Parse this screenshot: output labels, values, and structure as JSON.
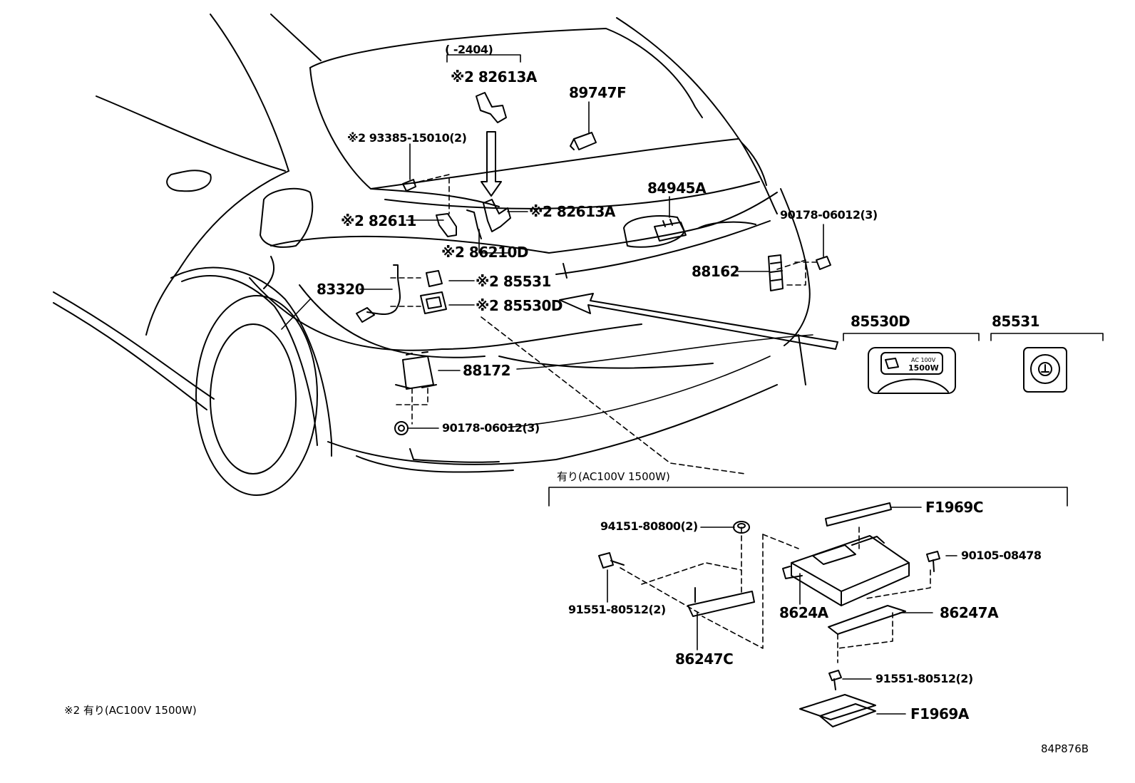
{
  "labels": {
    "range_2404": "(      -2404)",
    "p82613A_top": "※2 82613A",
    "p89747F": "89747F",
    "p93385": "※2 93385-15010(2)",
    "p84945A": "84945A",
    "p82613A_mid": "※2 82613A",
    "p82611": "※2 82611",
    "p86210D": "※2 86210D",
    "p90178_top": "90178-06012(3)",
    "p88162": "88162",
    "p85531": "※2 85531",
    "p83320": "83320",
    "p85530D": "※2 85530D",
    "detail_85530D": "85530D",
    "detail_85531": "85531",
    "p88172": "88172",
    "p90178_bottom": "90178-06012(3)",
    "group_title": "有り(AC100V 1500W)",
    "pF1969C": "F1969C",
    "p94151": "94151-80800(2)",
    "p90105": "90105-08478",
    "p91551_left": "91551-80512(2)",
    "p8624A": "8624A",
    "p86247A": "86247A",
    "p86247C": "86247C",
    "p91551_right": "91551-80512(2)",
    "pF1969A": "F1969A",
    "footnote": "※2 有り(AC100V 1500W)",
    "drawing_code": "84P876B"
  },
  "outlet_badge": {
    "line1": "AC 100V",
    "line2": "1500W"
  },
  "icons": [
    "vehicle-body",
    "power-outlet-icon",
    "socket-icon",
    "inverter-unit",
    "bolt-icon",
    "nut-icon",
    "bracket",
    "pad"
  ]
}
